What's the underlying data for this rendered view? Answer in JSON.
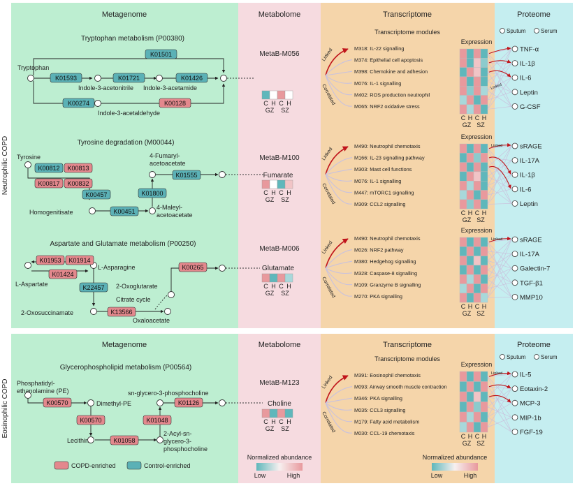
{
  "colors": {
    "metagenome_bg": "#bdeed1",
    "metabolome_bg": "#f6dbe0",
    "transcriptome_bg": "#f5d5aa",
    "proteome_bg": "#c5eef0",
    "copd_enriched": "#e3888d",
    "control_enriched": "#5bb1b6",
    "linked": "#c0141b",
    "correlated_line": "#c9c2dd",
    "heat_high": "#e8999d",
    "heat_low": "#5fb7bb",
    "heat_mid": "#f3e6e6"
  },
  "side_labels": [
    "Neutrophilic COPD",
    "Eosinophilic COPD"
  ],
  "column_headers": [
    "Metagenome",
    "Metabolome",
    "Transcriptome",
    "Proteome"
  ],
  "labels": {
    "transcriptome_modules": "Transcriptome modules",
    "expression": "Expression",
    "linked": "Linked",
    "correlated": "Correlated",
    "sputum": "Sputum",
    "serum": "Serum",
    "normalized_abundance": "Normalized abundance",
    "low": "Low",
    "high": "High",
    "legend_copd": "COPD-enriched",
    "legend_control": "Control-enriched",
    "heat_cols": [
      "C",
      "H",
      "C",
      "H"
    ],
    "heat_groups": [
      "GZ",
      "SZ"
    ]
  },
  "panels": [
    {
      "pathway_title": "Tryptophan metabolism (P00380)",
      "metabolite_module": "MetaB-M056",
      "metabolite": "",
      "metabolome_heat": [
        "#5fb7bb",
        "#ffffff",
        "#e8999d",
        "#ffffff"
      ],
      "modules": [
        "M318: IL-22 signalling",
        "M374: Epithelial cell apoptosis",
        "M398: Chemokine and adhesion",
        "M076: IL-1 signalling",
        "M402: ROS production neutrophil",
        "M065: NRF2 oxidative stress"
      ],
      "proteins": [
        "TNF-α",
        "IL-1β",
        "IL-6",
        "Leptin",
        "G-CSF"
      ],
      "expression_heat": [
        [
          "#e8999d",
          "#5fb7bb",
          "#e8999d",
          "#5fb7bb"
        ],
        [
          "#e8999d",
          "#5fb7bb",
          "#f1c4c6",
          "#8ccbcd"
        ],
        [
          "#5fb7bb",
          "#e8999d",
          "#f1c4c6",
          "#5fb7bb"
        ],
        [
          "#e8999d",
          "#5fb7bb",
          "#e8999d",
          "#5fb7bb"
        ],
        [
          "#e8999d",
          "#8ccbcd",
          "#e8999d",
          "#a8d8da"
        ],
        [
          "#a8d8da",
          "#e8999d",
          "#5fb7bb",
          "#e8999d"
        ],
        [
          "#e8999d",
          "#a8d8da",
          "#e8999d",
          "#5fb7bb"
        ]
      ]
    },
    {
      "pathway_title": "Tyrosine degradation (M00044)",
      "metabolite_module": "MetaB-M100",
      "metabolite": "Fumarate",
      "metabolome_heat": [
        "#e8999d",
        "#ffffff",
        "#5fb7bb",
        "#f1c4c6"
      ],
      "modules": [
        "M490: Neutrophil chemotaxis",
        "M166: IL-23 signalling pathway",
        "M303: Mast cell functions",
        "M076: IL-1 signalling",
        "M447: mTORC1 signalling",
        "M309: CCL2 signalling"
      ],
      "proteins": [
        "sRAGE",
        "IL-17A",
        "IL-1β",
        "IL-6",
        "Leptin"
      ],
      "expression_heat": [
        [
          "#e8999d",
          "#5fb7bb",
          "#e8999d",
          "#5fb7bb"
        ],
        [
          "#5fb7bb",
          "#e8999d",
          "#8ccbcd",
          "#e8999d"
        ],
        [
          "#e8999d",
          "#5fb7bb",
          "#e8999d",
          "#5fb7bb"
        ],
        [
          "#5fb7bb",
          "#e8999d",
          "#f1c4c6",
          "#5fb7bb"
        ],
        [
          "#e8999d",
          "#a8d8da",
          "#e8999d",
          "#5fb7bb"
        ],
        [
          "#a8d8da",
          "#e8999d",
          "#5fb7bb",
          "#e8999d"
        ],
        [
          "#e8999d",
          "#8ccbcd",
          "#e8999d",
          "#5fb7bb"
        ]
      ]
    },
    {
      "pathway_title": "Aspartate and Glutamate metabolism (P00250)",
      "metabolite_module": "MetaB-M006",
      "metabolite": "Glutamate",
      "metabolome_heat": [
        "#e8999d",
        "#5fb7bb",
        "#e8999d",
        "#a8d8da"
      ],
      "modules": [
        "M490: Neutrophil chemotaxis",
        "M026: NRF2 pathway",
        "M380: Hedgehog signalling",
        "M328: Caspase-8 signalling",
        "M109: Granzyme B signalling",
        "M270: PKA signalling"
      ],
      "proteins": [
        "sRAGE",
        "IL-17A",
        "Galectin-7",
        "TGF-β1",
        "MMP10"
      ],
      "expression_heat": [
        [
          "#e8999d",
          "#5fb7bb",
          "#e8999d",
          "#5fb7bb"
        ],
        [
          "#5fb7bb",
          "#e8999d",
          "#5fb7bb",
          "#e8999d"
        ],
        [
          "#e8999d",
          "#5fb7bb",
          "#f1c4c6",
          "#5fb7bb"
        ],
        [
          "#5fb7bb",
          "#e8999d",
          "#5fb7bb",
          "#e8999d"
        ],
        [
          "#e8999d",
          "#a8d8da",
          "#e8999d",
          "#5fb7bb"
        ],
        [
          "#a8d8da",
          "#e8999d",
          "#5fb7bb",
          "#e8999d"
        ],
        [
          "#e8999d",
          "#5fb7bb",
          "#e8999d",
          "#a8d8da"
        ]
      ]
    },
    {
      "pathway_title": "Glycerophospholipid metabolism (P00564)",
      "metabolite_module": "MetaB-M123",
      "metabolite": "Choline",
      "metabolome_heat": [
        "#e8999d",
        "#5fb7bb",
        "#e8999d",
        "#5fb7bb"
      ],
      "modules": [
        "M391: Eosinophil chemotaxis",
        "M093: Airway smooth muscle contraction",
        "M346: PKA signalling",
        "M035: CCL3 signalling",
        "M179: Fatty acid metabolism",
        "M030: CCL-19 chemotaxis"
      ],
      "proteins": [
        "IL-5",
        "Eotaxin-2",
        "MCP-3",
        "MIP-1b",
        "FGF-19"
      ],
      "expression_heat": [
        [
          "#e8999d",
          "#5fb7bb",
          "#e8999d",
          "#5fb7bb"
        ],
        [
          "#5fb7bb",
          "#e8999d",
          "#5fb7bb",
          "#e8999d"
        ],
        [
          "#e8999d",
          "#5fb7bb",
          "#f1c4c6",
          "#5fb7bb"
        ],
        [
          "#5fb7bb",
          "#e8999d",
          "#8ccbcd",
          "#e8999d"
        ],
        [
          "#e8999d",
          "#a8d8da",
          "#e8999d",
          "#5fb7bb"
        ],
        [
          "#a8d8da",
          "#e8999d",
          "#5fb7bb",
          "#e8999d"
        ]
      ]
    }
  ],
  "pathway1": {
    "compounds": [
      "Tryptophan",
      "Indole-3-acetonitrile",
      "Indole-3-acetamide",
      "Indole-3-acetaldehyde"
    ],
    "enzymes": [
      {
        "id": "K01501",
        "group": "control"
      },
      {
        "id": "K01593",
        "group": "control"
      },
      {
        "id": "K01721",
        "group": "control"
      },
      {
        "id": "K01426",
        "group": "control"
      },
      {
        "id": "K00274",
        "group": "control"
      },
      {
        "id": "K00128",
        "group": "copd"
      }
    ]
  },
  "pathway2": {
    "compounds": [
      "Tyrosine",
      "Homogenitisate",
      "4-Fumaryl-",
      "acetoacetate",
      "4-Maleyl-",
      "acetoacetate"
    ],
    "enzymes": [
      {
        "id": "K00812",
        "group": "control"
      },
      {
        "id": "K00813",
        "group": "copd"
      },
      {
        "id": "K00817",
        "group": "copd"
      },
      {
        "id": "K00832",
        "group": "copd"
      },
      {
        "id": "K00457",
        "group": "control"
      },
      {
        "id": "K01555",
        "group": "control"
      },
      {
        "id": "K01800",
        "group": "control"
      },
      {
        "id": "K00451",
        "group": "control"
      }
    ]
  },
  "pathway3": {
    "compounds": [
      "L-Asparagine",
      "L-Aspartate",
      "2-Oxoglutarate",
      "Citrate cycle",
      "2-Oxosuccinamate",
      "Oxaloacetate"
    ],
    "enzymes": [
      {
        "id": "K01953",
        "group": "copd"
      },
      {
        "id": "K01914",
        "group": "copd"
      },
      {
        "id": "K01424",
        "group": "copd"
      },
      {
        "id": "K22457",
        "group": "control"
      },
      {
        "id": "K13566",
        "group": "copd"
      },
      {
        "id": "K00265",
        "group": "copd"
      }
    ]
  },
  "pathway4": {
    "compounds": [
      "Phosphatidyl-",
      "ethanolamine (PE)",
      "Dimethyl-PE",
      "sn-glycero-3-phosphocholine",
      "Lecithin",
      "2-Acyl-sn-",
      "glycero-3-",
      "phosphocholine"
    ],
    "enzymes": [
      {
        "id": "K00570",
        "group": "copd"
      },
      {
        "id": "K00570",
        "group": "copd"
      },
      {
        "id": "K01126",
        "group": "copd"
      },
      {
        "id": "K01048",
        "group": "copd"
      },
      {
        "id": "K01058",
        "group": "copd"
      }
    ]
  }
}
